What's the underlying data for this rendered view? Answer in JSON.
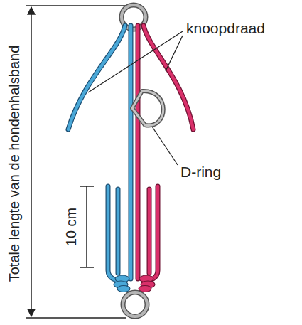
{
  "diagram": {
    "labels": [
      "Totale lengte van de hondenhalsband",
      "knoopdraad",
      "D-ring",
      "10 cm"
    ]
  }
}
